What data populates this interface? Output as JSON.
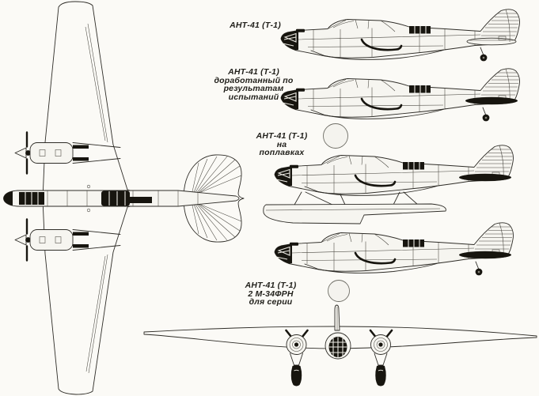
{
  "diagram": {
    "aircraft": "АНТ-41 (Т-1)",
    "labels": [
      {
        "lines": [
          "АНТ-41 (Т-1)"
        ]
      },
      {
        "lines": [
          "АНТ-41 (Т-1)",
          "доработанный по",
          "результатам",
          "испытаний"
        ]
      },
      {
        "lines": [
          "АНТ-41 (Т-1)",
          "на",
          "поплавках"
        ]
      },
      {
        "lines": [
          "АНТ-41 (Т-1)",
          "2 М-34ФРН",
          "для серии"
        ]
      }
    ],
    "colors": {
      "ink": "#2e2c27",
      "dark_fill": "#17150f",
      "paper": "#fbfaf6"
    }
  }
}
